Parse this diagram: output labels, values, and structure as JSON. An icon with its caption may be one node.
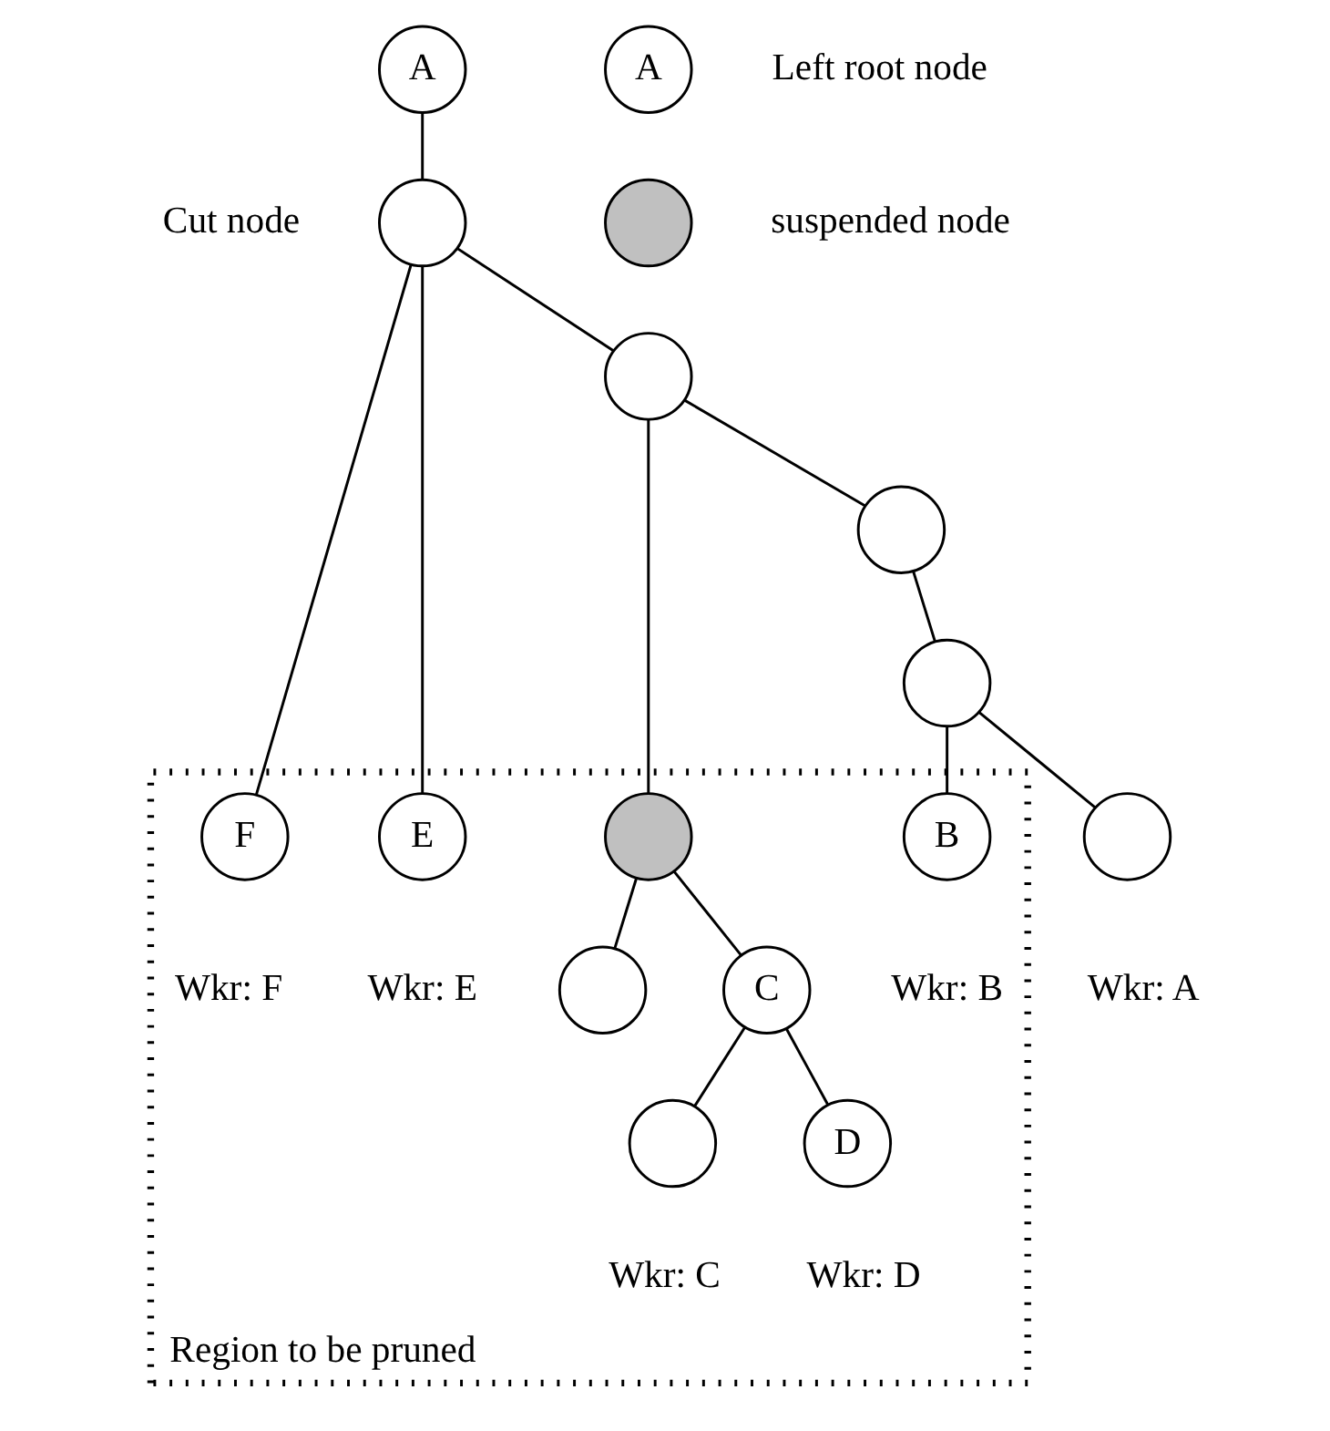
{
  "diagram": {
    "nodes": [
      {
        "text": [
          "A"
        ],
        "beside": [
          "Left root node"
        ]
      },
      {
        "text": [],
        "shape": "circle",
        "beside": [
          "suspended node"
        ]
      },
      {
        "text": [
          "A"
        ]
      },
      {
        "text": [],
        "shape": "circle",
        "beside": [
          "Cut node"
        ]
      },
      {
        "text": [
          "Region to be pruned"
        ]
      },
      {
        "text": [],
        "shape": "circle"
      },
      {
        "text": [
          "E"
        ],
        "in": 4,
        "beside": [
          "Wkr: E"
        ]
      },
      {
        "text": [
          "F"
        ],
        "in": 4,
        "beside": [
          "Wkr: F"
        ]
      },
      {
        "text": [],
        "shape": "circle"
      },
      {
        "text": [],
        "shape": "circle",
        "in": 4
      },
      {
        "text": [],
        "shape": "circle"
      },
      {
        "text": [],
        "shape": "circle",
        "in": 4
      },
      {
        "text": [
          "C"
        ],
        "in": 4
      },
      {
        "text": [],
        "shape": "circle",
        "beside": [
          "Wkr: A"
        ]
      },
      {
        "text": [
          "B"
        ],
        "in": 4,
        "beside": [
          "Wkr: B"
        ]
      },
      {
        "text": [],
        "shape": "circle",
        "in": 4,
        "beside": [
          "Wkr: C"
        ]
      },
      {
        "text": [
          "D"
        ],
        "in": 4,
        "beside": [
          "Wkr: D"
        ]
      }
    ],
    "edges": [
      {
        "from": 2,
        "to": 3,
        "arrow": "none"
      },
      {
        "from": 3,
        "to": 5,
        "arrow": "none"
      },
      {
        "from": 3,
        "to": 6,
        "arrow": "none"
      },
      {
        "from": 3,
        "to": 7,
        "arrow": "none"
      },
      {
        "from": 5,
        "to": 8,
        "arrow": "none"
      },
      {
        "from": 5,
        "to": 9,
        "arrow": "none"
      },
      {
        "from": 8,
        "to": 10,
        "arrow": "none"
      },
      {
        "from": 9,
        "to": 11,
        "arrow": "none"
      },
      {
        "from": 9,
        "to": 12,
        "arrow": "none"
      },
      {
        "from": 10,
        "to": 13,
        "arrow": "none"
      },
      {
        "from": 10,
        "to": 14,
        "arrow": "none"
      },
      {
        "from": 12,
        "to": 15,
        "arrow": "none"
      },
      {
        "from": 12,
        "to": 16,
        "arrow": "none"
      }
    ]
  }
}
